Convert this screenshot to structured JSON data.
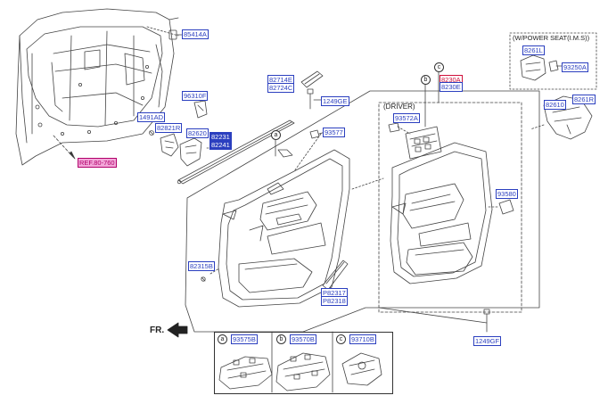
{
  "labels": {
    "p85414A": "85414A",
    "p96310F": "96310F",
    "p1491AD": "1491AD",
    "p82821R": "82821R",
    "p82620": "82620",
    "p82231": "82231",
    "p82241": "82241",
    "ref": "REF.80-760",
    "p82714E": "82714E",
    "p82724C": "82724C",
    "p1249GE": "1249GE",
    "p93577": "93577",
    "p82315B": "82315B",
    "p82317": "P82317",
    "p82318": "P82318",
    "driver": "(DRIVER)",
    "p93572A": "93572A",
    "p8230A": "8230A",
    "p8230E": "8230E",
    "p93580": "93580",
    "p82610": "82610",
    "p8261R": "8261R",
    "power_seat": "(W/POWER SEAT(I.M.S))",
    "p8261L": "8261L",
    "p93250A": "93250A",
    "p1249GF": "1249GF",
    "fr": "FR.",
    "p93575B": "93575B",
    "p93570B": "93570B",
    "p93710B": "93710B"
  },
  "callouts": {
    "a": "a",
    "b": "b",
    "c": "c"
  },
  "colors": {
    "label_blue": "#2b3fbf",
    "ref_pink": "#f3a7d9",
    "red": "#d0103a",
    "line": "#333333"
  }
}
